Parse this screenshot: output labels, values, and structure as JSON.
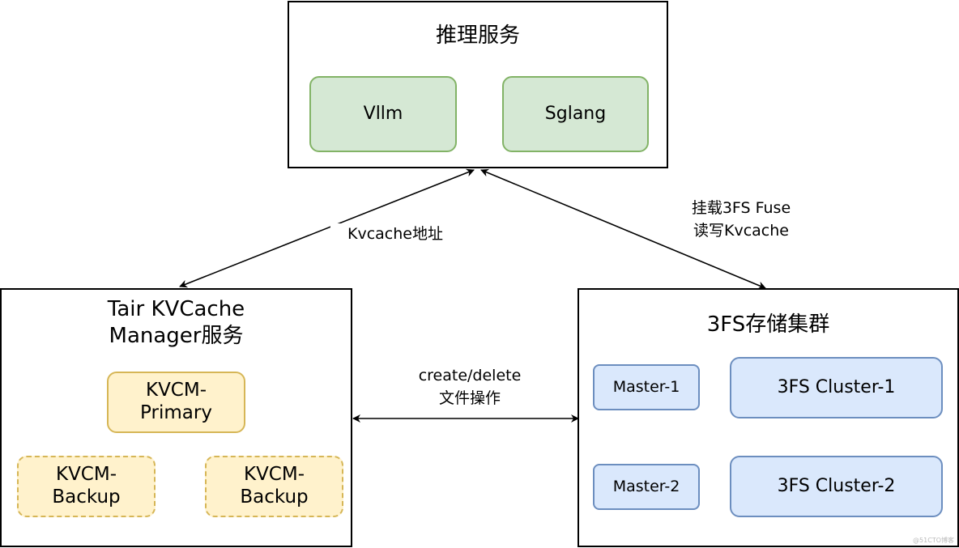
{
  "inference": {
    "title": "推理服务",
    "nodes": [
      "Vllm",
      "Sglang"
    ]
  },
  "kvcm": {
    "title_line1": "Tair KVCache",
    "title_line2": "Manager服务",
    "primary": [
      "KVCM-",
      "Primary"
    ],
    "backup1": [
      "KVCM-",
      "Backup"
    ],
    "backup2": [
      "KVCM-",
      "Backup"
    ]
  },
  "storage": {
    "title": "3FS存储集群",
    "masters": [
      "Master-1",
      "Master-2"
    ],
    "clusters": [
      "3FS Cluster-1",
      "3FS Cluster-2"
    ]
  },
  "edges": {
    "left": "Kvcache地址",
    "right_line1": "挂载3FS Fuse",
    "right_line2": "读写Kvcache",
    "bottom_line1": "create/delete",
    "bottom_line2": "文件操作"
  },
  "watermark": "@51CTO博客"
}
